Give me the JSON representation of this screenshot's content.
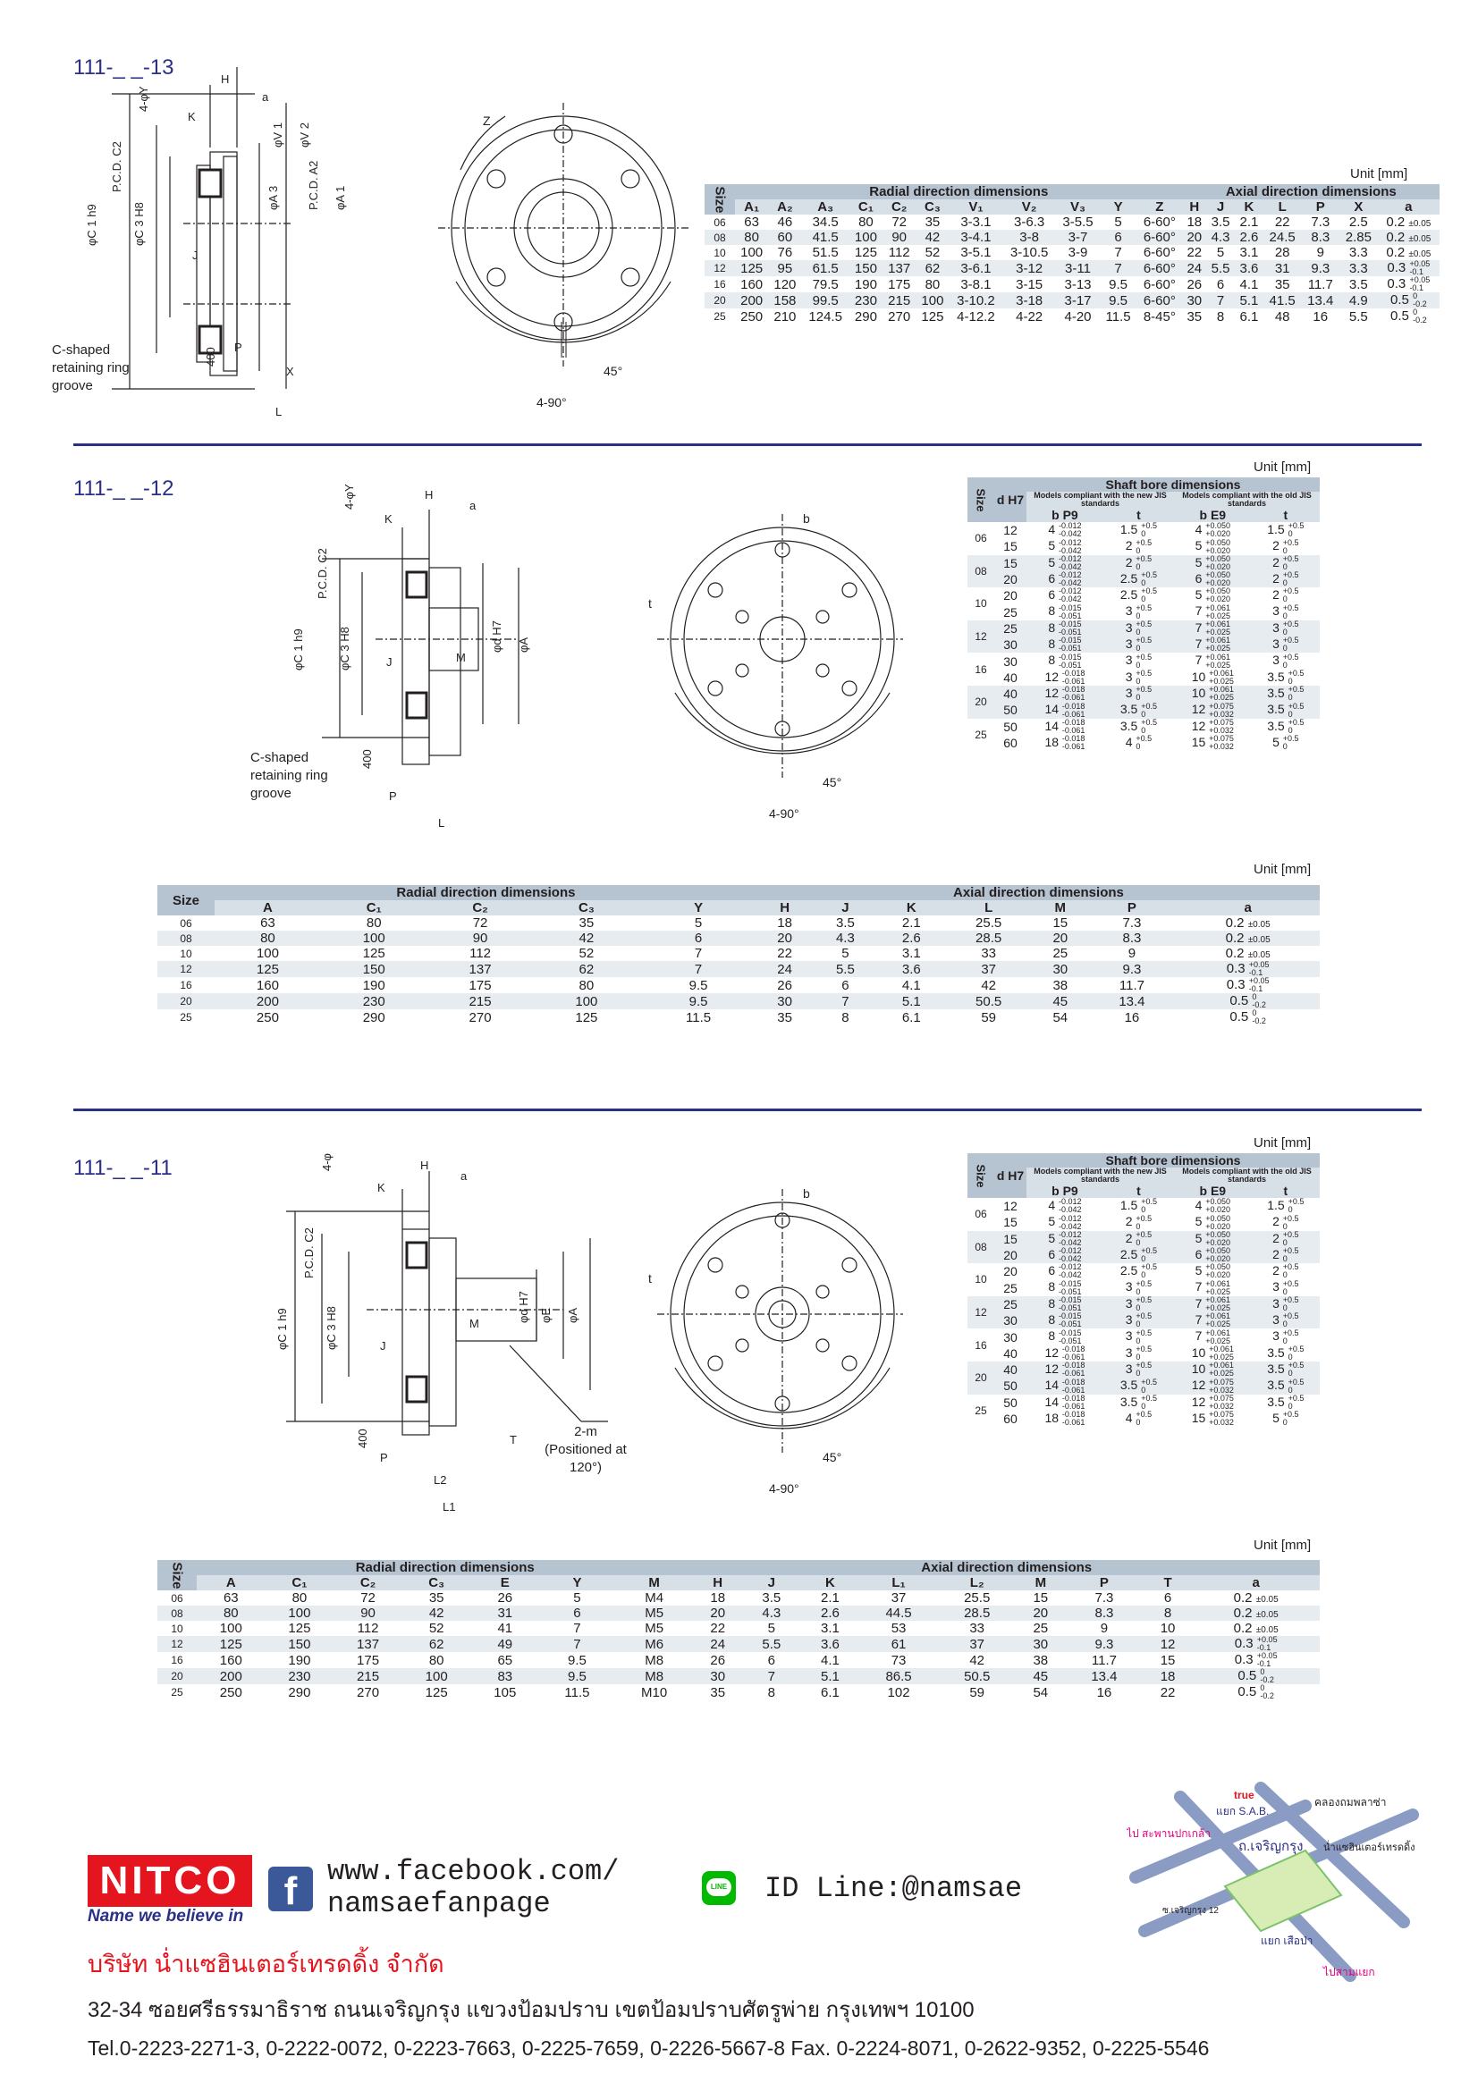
{
  "sections": [
    {
      "title": "111-_ _-13",
      "unit": "Unit [mm]",
      "radial_group": "Radial direction dimensions",
      "axial_group": "Axial direction dimensions",
      "size_label": "Size",
      "columns": [
        "A₁",
        "A₂",
        "A₃",
        "C₁",
        "C₂",
        "C₃",
        "V₁",
        "V₂",
        "V₃",
        "Y",
        "Z",
        "H",
        "J",
        "K",
        "L",
        "P",
        "X",
        "a"
      ],
      "rows": [
        [
          "06",
          "63",
          "46",
          "34.5",
          "80",
          "72",
          "35",
          "3-3.1",
          "3-6.3",
          "3-5.5",
          "5",
          "6-60°",
          "18",
          "3.5",
          "2.1",
          "22",
          "7.3",
          "2.5",
          "0.2 ±0.05"
        ],
        [
          "08",
          "80",
          "60",
          "41.5",
          "100",
          "90",
          "42",
          "3-4.1",
          "3-8",
          "3-7",
          "6",
          "6-60°",
          "20",
          "4.3",
          "2.6",
          "24.5",
          "8.3",
          "2.85",
          "0.2 ±0.05"
        ],
        [
          "10",
          "100",
          "76",
          "51.5",
          "125",
          "112",
          "52",
          "3-5.1",
          "3-10.5",
          "3-9",
          "7",
          "6-60°",
          "22",
          "5",
          "3.1",
          "28",
          "9",
          "3.3",
          "0.2 ±0.05"
        ],
        [
          "12",
          "125",
          "95",
          "61.5",
          "150",
          "137",
          "62",
          "3-6.1",
          "3-12",
          "3-11",
          "7",
          "6-60°",
          "24",
          "5.5",
          "3.6",
          "31",
          "9.3",
          "3.3",
          "0.3 +0.05/-0.1"
        ],
        [
          "16",
          "160",
          "120",
          "79.5",
          "190",
          "175",
          "80",
          "3-8.1",
          "3-15",
          "3-13",
          "9.5",
          "6-60°",
          "26",
          "6",
          "4.1",
          "35",
          "11.7",
          "3.5",
          "0.3 +0.05/-0.1"
        ],
        [
          "20",
          "200",
          "158",
          "99.5",
          "230",
          "215",
          "100",
          "3-10.2",
          "3-18",
          "3-17",
          "9.5",
          "6-60°",
          "30",
          "7",
          "5.1",
          "41.5",
          "13.4",
          "4.9",
          "0.5 0/-0.2"
        ],
        [
          "25",
          "250",
          "210",
          "124.5",
          "290",
          "270",
          "125",
          "4-12.2",
          "4-22",
          "4-20",
          "11.5",
          "8-45°",
          "35",
          "8",
          "6.1",
          "48",
          "16",
          "5.5",
          "0.5 0/-0.2"
        ]
      ],
      "labels": {
        "groove": "C-shaped retaining ring groove",
        "l400": "400",
        "ang45": "45°",
        "ang490": "4-90°"
      }
    },
    {
      "title": "111-_ _-12",
      "unit": "Unit [mm]",
      "unit2": "Unit [mm]",
      "bore_title": "Shaft bore dimensions",
      "bore_new": "Models compliant with the new JIS standards",
      "bore_old": "Models compliant with the old JIS standards",
      "bore_cols": [
        "d H7",
        "b P9",
        "t",
        "b E9",
        "t"
      ],
      "bore_rows": [
        [
          "06",
          "12",
          "4 -0.012/-0.042",
          "1.5 +0.5/0",
          "4 +0.050/+0.020",
          "1.5 +0.5/0"
        ],
        [
          "",
          "15",
          "5 -0.012/-0.042",
          "2 +0.5/0",
          "5 +0.050/+0.020",
          "2 +0.5/0"
        ],
        [
          "08",
          "15",
          "5 -0.012/-0.042",
          "2 +0.5/0",
          "5 +0.050/+0.020",
          "2 +0.5/0"
        ],
        [
          "",
          "20",
          "6 -0.012/-0.042",
          "2.5 +0.5/0",
          "6 +0.050/+0.020",
          "2 +0.5/0"
        ],
        [
          "10",
          "20",
          "6 -0.012/-0.042",
          "2.5 +0.5/0",
          "5 +0.050/+0.020",
          "2 +0.5/0"
        ],
        [
          "",
          "25",
          "8 -0.015/-0.051",
          "3 +0.5/0",
          "7 +0.061/+0.025",
          "3 +0.5/0"
        ],
        [
          "12",
          "25",
          "8 -0.015/-0.051",
          "3 +0.5/0",
          "7 +0.061/+0.025",
          "3 +0.5/0"
        ],
        [
          "",
          "30",
          "8 -0.015/-0.051",
          "3 +0.5/0",
          "7 +0.061/+0.025",
          "3 +0.5/0"
        ],
        [
          "16",
          "30",
          "8 -0.015/-0.051",
          "3 +0.5/0",
          "7 +0.061/+0.025",
          "3 +0.5/0"
        ],
        [
          "",
          "40",
          "12 -0.018/-0.061",
          "3 +0.5/0",
          "10 +0.061/+0.025",
          "3.5 +0.5/0"
        ],
        [
          "20",
          "40",
          "12 -0.018/-0.061",
          "3 +0.5/0",
          "10 +0.061/+0.025",
          "3.5 +0.5/0"
        ],
        [
          "",
          "50",
          "14 -0.018/-0.061",
          "3.5 +0.5/0",
          "12 +0.075/+0.032",
          "3.5 +0.5/0"
        ],
        [
          "25",
          "50",
          "14 -0.018/-0.061",
          "3.5 +0.5/0",
          "12 +0.075/+0.032",
          "3.5 +0.5/0"
        ],
        [
          "",
          "60",
          "18 -0.018/-0.061",
          "4 +0.5/0",
          "15 +0.075/+0.032",
          "5 +0.5/0"
        ]
      ],
      "radial_group": "Radial direction dimensions",
      "axial_group": "Axial direction dimensions",
      "size_label": "Size",
      "columns": [
        "A",
        "C₁",
        "C₂",
        "C₃",
        "Y",
        "H",
        "J",
        "K",
        "L",
        "M",
        "P",
        "a"
      ],
      "rows": [
        [
          "06",
          "63",
          "80",
          "72",
          "35",
          "5",
          "18",
          "3.5",
          "2.1",
          "25.5",
          "15",
          "7.3",
          "0.2 ±0.05"
        ],
        [
          "08",
          "80",
          "100",
          "90",
          "42",
          "6",
          "20",
          "4.3",
          "2.6",
          "28.5",
          "20",
          "8.3",
          "0.2 ±0.05"
        ],
        [
          "10",
          "100",
          "125",
          "112",
          "52",
          "7",
          "22",
          "5",
          "3.1",
          "33",
          "25",
          "9",
          "0.2 ±0.05"
        ],
        [
          "12",
          "125",
          "150",
          "137",
          "62",
          "7",
          "24",
          "5.5",
          "3.6",
          "37",
          "30",
          "9.3",
          "0.3 +0.05/-0.1"
        ],
        [
          "16",
          "160",
          "190",
          "175",
          "80",
          "9.5",
          "26",
          "6",
          "4.1",
          "42",
          "38",
          "11.7",
          "0.3 +0.05/-0.1"
        ],
        [
          "20",
          "200",
          "230",
          "215",
          "100",
          "9.5",
          "30",
          "7",
          "5.1",
          "50.5",
          "45",
          "13.4",
          "0.5 0/-0.2"
        ],
        [
          "25",
          "250",
          "290",
          "270",
          "125",
          "11.5",
          "35",
          "8",
          "6.1",
          "59",
          "54",
          "16",
          "0.5 0/-0.2"
        ]
      ]
    },
    {
      "title": "111-_ _-11",
      "unit": "Unit [mm]",
      "unit2": "Unit [mm]",
      "radial_group": "Radial direction dimensions",
      "axial_group": "Axial direction dimensions",
      "size_label": "Size",
      "columns": [
        "A",
        "C₁",
        "C₂",
        "C₃",
        "E",
        "Y",
        "M",
        "H",
        "J",
        "K",
        "L₁",
        "L₂",
        "M",
        "P",
        "T",
        "a"
      ],
      "rows": [
        [
          "06",
          "63",
          "80",
          "72",
          "35",
          "26",
          "5",
          "M4",
          "18",
          "3.5",
          "2.1",
          "37",
          "25.5",
          "15",
          "7.3",
          "6",
          "0.2 ±0.05"
        ],
        [
          "08",
          "80",
          "100",
          "90",
          "42",
          "31",
          "6",
          "M5",
          "20",
          "4.3",
          "2.6",
          "44.5",
          "28.5",
          "20",
          "8.3",
          "8",
          "0.2 ±0.05"
        ],
        [
          "10",
          "100",
          "125",
          "112",
          "52",
          "41",
          "7",
          "M5",
          "22",
          "5",
          "3.1",
          "53",
          "33",
          "25",
          "9",
          "10",
          "0.2 ±0.05"
        ],
        [
          "12",
          "125",
          "150",
          "137",
          "62",
          "49",
          "7",
          "M6",
          "24",
          "5.5",
          "3.6",
          "61",
          "37",
          "30",
          "9.3",
          "12",
          "0.3 +0.05/-0.1"
        ],
        [
          "16",
          "160",
          "190",
          "175",
          "80",
          "65",
          "9.5",
          "M8",
          "26",
          "6",
          "4.1",
          "73",
          "42",
          "38",
          "11.7",
          "15",
          "0.3 +0.05/-0.1"
        ],
        [
          "20",
          "200",
          "230",
          "215",
          "100",
          "83",
          "9.5",
          "M8",
          "30",
          "7",
          "5.1",
          "86.5",
          "50.5",
          "45",
          "13.4",
          "18",
          "0.5 0/-0.2"
        ],
        [
          "25",
          "250",
          "290",
          "270",
          "125",
          "105",
          "11.5",
          "M10",
          "35",
          "8",
          "6.1",
          "102",
          "59",
          "54",
          "16",
          "22",
          "0.5 0/-0.2"
        ]
      ],
      "labels": {
        "tap": "2-m",
        "tap_note": "(Positioned at 120°)"
      }
    }
  ],
  "footer": {
    "logo": "NITCO",
    "slogan": "Name we believe in",
    "facebook": "www.facebook.com/\nnamsaefanpage",
    "line": "ID Line:@namsae",
    "company": "บริษัท น่ำแซฮินเตอร์เทรดดิ้ง จำกัด",
    "address": "32-34 ซอยศรีธรรมาธิราช ถนนเจริญกรุง แขวงป้อมปราบ เขตป้อมปราบศัตรูพ่าย กรุงเทพฯ 10100",
    "phones": "Tel.0-2223-2271-3, 0-2222-0072, 0-2223-7663, 0-2225-7659, 0-2226-5667-8 Fax. 0-2224-8071, 0-2622-9352, 0-2225-5546",
    "map": {
      "true": "true",
      "sab": "แยก\nS.A.B.",
      "to_pak": "ไป\nสะพานปกเกล้า",
      "road": "ถ.เจริญกรุง",
      "khlong": "คลองถมพลาซ่า",
      "namsae": "น่ำแซฮินเตอร์เทรดดิ้ง",
      "soi12": "ซ.เจริญกรุง 12",
      "sua_pa": "แยก\nเสือป่า",
      "to_sam": "ไปสามแยก"
    },
    "colors": {
      "red": "#e4151f",
      "blue": "#2b2f86",
      "fb": "#3b5998",
      "line": "#00b900"
    }
  }
}
